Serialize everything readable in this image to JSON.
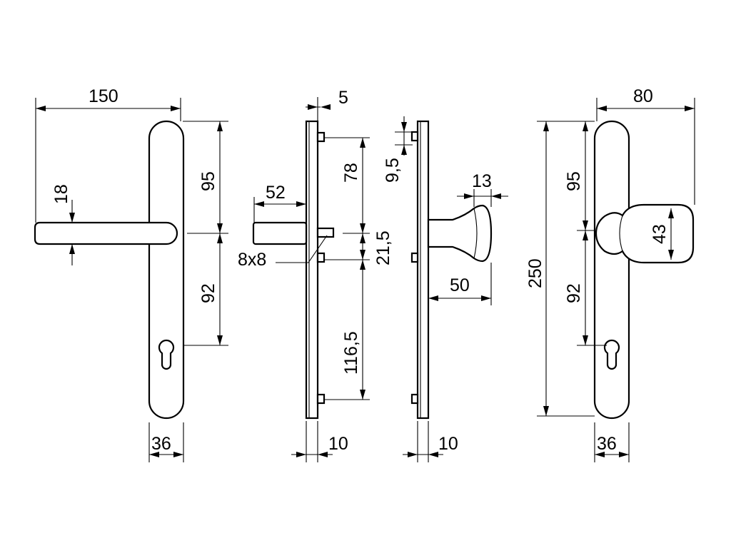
{
  "drawing": {
    "view_lever_front": {
      "width": "150",
      "lever_thickness": "18",
      "upper_height": "95",
      "lower_height": "92",
      "plate_width": "36"
    },
    "view_lever_side": {
      "top_offset": "5",
      "lever_length": "52",
      "spindle": "8x8",
      "top_to_spindle": "78",
      "spindle_to_fix": "21,5",
      "fix_to_bottom": "116,5",
      "plate_depth": "10"
    },
    "view_knob_side": {
      "top_offset": "9,5",
      "knob_head": "13",
      "knob_projection": "50",
      "plate_depth": "10"
    },
    "view_knob_front": {
      "width": "80",
      "total_height": "250",
      "upper_height": "95",
      "lower_height": "92",
      "knob_diameter": "43",
      "plate_width": "36"
    }
  }
}
